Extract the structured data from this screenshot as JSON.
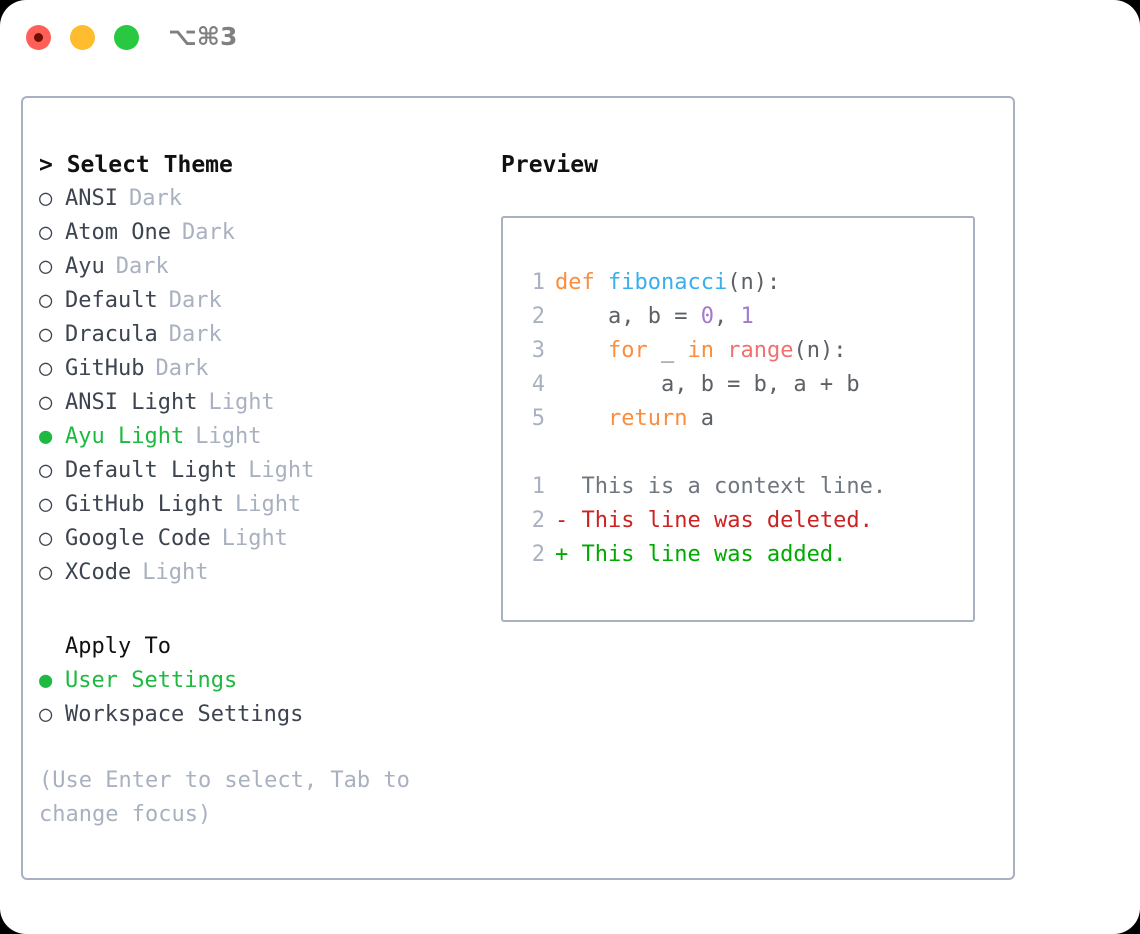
{
  "window": {
    "traffic_lights": [
      "close-red",
      "minimize-yellow",
      "maximize-green"
    ],
    "title_shortcut": "⌥⌘3"
  },
  "left": {
    "header": "> Select Theme",
    "themes": [
      {
        "marker": "○",
        "name": "ANSI",
        "kind": "Dark",
        "selected": false
      },
      {
        "marker": "○",
        "name": "Atom One",
        "kind": "Dark",
        "selected": false
      },
      {
        "marker": "○",
        "name": "Ayu",
        "kind": "Dark",
        "selected": false
      },
      {
        "marker": "○",
        "name": "Default",
        "kind": "Dark",
        "selected": false
      },
      {
        "marker": "○",
        "name": "Dracula",
        "kind": "Dark",
        "selected": false
      },
      {
        "marker": "○",
        "name": "GitHub",
        "kind": "Dark",
        "selected": false
      },
      {
        "marker": "○",
        "name": "ANSI Light",
        "kind": "Light",
        "selected": false
      },
      {
        "marker": "●",
        "name": "Ayu Light",
        "kind": "Light",
        "selected": true
      },
      {
        "marker": "○",
        "name": "Default Light",
        "kind": "Light",
        "selected": false
      },
      {
        "marker": "○",
        "name": "GitHub Light",
        "kind": "Light",
        "selected": false
      },
      {
        "marker": "○",
        "name": "Google Code",
        "kind": "Light",
        "selected": false
      },
      {
        "marker": "○",
        "name": "XCode",
        "kind": "Light",
        "selected": false
      }
    ],
    "apply_to": {
      "header": "Apply To",
      "options": [
        {
          "marker": "●",
          "name": "User Settings",
          "selected": true
        },
        {
          "marker": "○",
          "name": "Workspace Settings",
          "selected": false
        }
      ]
    },
    "hint": "(Use Enter to select, Tab to change focus)"
  },
  "preview": {
    "title": "Preview",
    "code_lines": [
      {
        "num": "1",
        "tokens": [
          {
            "t": "def ",
            "c": "tok-kw"
          },
          {
            "t": "fibonacci",
            "c": "tok-fn"
          },
          {
            "t": "(n):",
            "c": "tok-plain"
          }
        ]
      },
      {
        "num": "2",
        "tokens": [
          {
            "t": "    a, b = ",
            "c": "tok-plain"
          },
          {
            "t": "0",
            "c": "tok-num"
          },
          {
            "t": ", ",
            "c": "tok-plain"
          },
          {
            "t": "1",
            "c": "tok-num"
          }
        ]
      },
      {
        "num": "3",
        "tokens": [
          {
            "t": "    ",
            "c": "tok-plain"
          },
          {
            "t": "for",
            "c": "tok-kw"
          },
          {
            "t": " _ ",
            "c": "tok-plain"
          },
          {
            "t": "in",
            "c": "tok-kw"
          },
          {
            "t": " ",
            "c": "tok-plain"
          },
          {
            "t": "range",
            "c": "tok-call"
          },
          {
            "t": "(n):",
            "c": "tok-plain"
          }
        ]
      },
      {
        "num": "4",
        "tokens": [
          {
            "t": "        a, b = b, a + b",
            "c": "tok-plain"
          }
        ]
      },
      {
        "num": "5",
        "tokens": [
          {
            "t": "    ",
            "c": "tok-plain"
          },
          {
            "t": "return",
            "c": "tok-kw"
          },
          {
            "t": " a",
            "c": "tok-plain"
          }
        ]
      }
    ],
    "diff_lines": [
      {
        "num": "1",
        "sign": "  ",
        "text": "This is a context line.",
        "cls": "diff-ctx"
      },
      {
        "num": "2",
        "sign": "- ",
        "text": "This line was deleted.",
        "cls": "diff-del"
      },
      {
        "num": "2",
        "sign": "+ ",
        "text": "This line was added.",
        "cls": "diff-add"
      }
    ]
  },
  "colors": {
    "accent_green": "#1eb940",
    "border": "#a9b1c0",
    "muted": "#a9b1c0",
    "text": "#3d4450",
    "kw_orange": "#fa8d3e",
    "fn_blue": "#39afee",
    "num_purple": "#a37acc",
    "call_red": "#f07171",
    "diff_deleted": "#cc2222",
    "diff_added": "#00aa00"
  }
}
